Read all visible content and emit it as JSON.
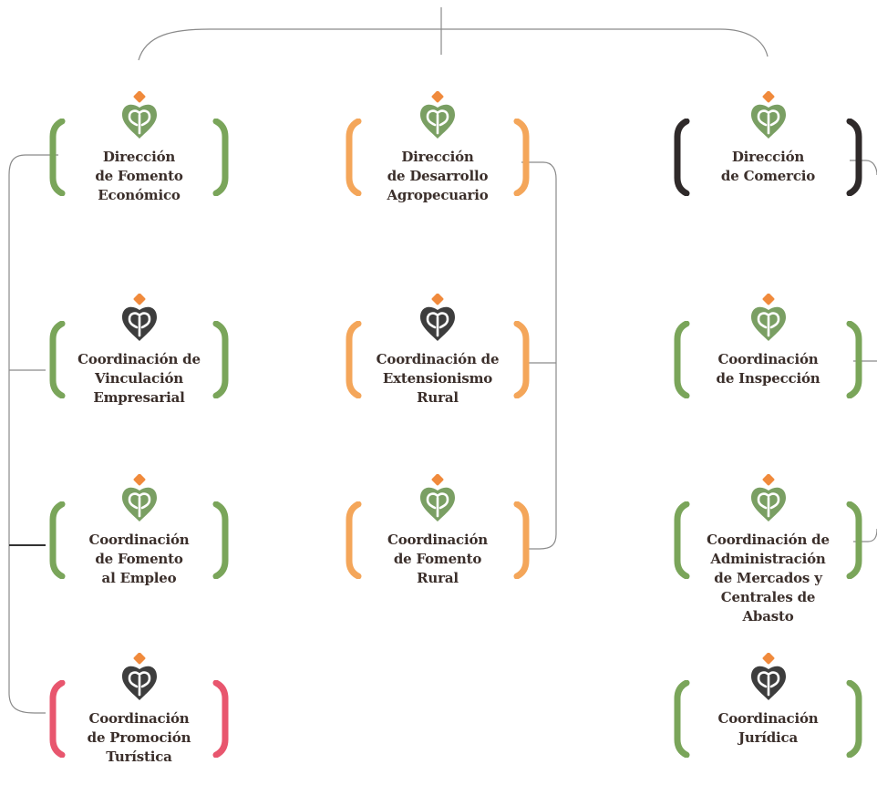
{
  "colors": {
    "green": "#7aa55a",
    "orange": "#f4a65a",
    "pink": "#e8566e",
    "dark": "#2f2a2a",
    "logo_green": "#7a9f63",
    "logo_dark": "#3d3d3d",
    "logo_dot": "#f08a3c",
    "line": "#8a8a8a",
    "text": "#3b2f2b"
  },
  "icon": "leaf-heart-logo-icon",
  "columns": [
    {
      "nodes": [
        {
          "id": "direccion-fomento-economico",
          "lines": [
            "Dirección",
            "de Fomento",
            "Económico"
          ],
          "bracket_color": "green",
          "logo_color": "logo_green"
        },
        {
          "id": "coord-vinculacion-empresarial",
          "lines": [
            "Coordinación de",
            "Vinculación",
            "Empresarial"
          ],
          "bracket_color": "green",
          "logo_color": "logo_dark"
        },
        {
          "id": "coord-fomento-empleo",
          "lines": [
            "Coordinación",
            "de Fomento",
            "al Empleo"
          ],
          "bracket_color": "green",
          "logo_color": "logo_green"
        },
        {
          "id": "coord-promocion-turistica",
          "lines": [
            "Coordinación",
            "de Promoción",
            "Turística"
          ],
          "bracket_color": "pink",
          "logo_color": "logo_dark"
        }
      ]
    },
    {
      "nodes": [
        {
          "id": "direccion-desarrollo-agropecuario",
          "lines": [
            "Dirección",
            "de Desarrollo",
            "Agropecuario"
          ],
          "bracket_color": "orange",
          "logo_color": "logo_green"
        },
        {
          "id": "coord-extensionismo-rural",
          "lines": [
            "Coordinación de",
            "Extensionismo",
            "Rural"
          ],
          "bracket_color": "orange",
          "logo_color": "logo_dark"
        },
        {
          "id": "coord-fomento-rural",
          "lines": [
            "Coordinación",
            "de Fomento",
            "Rural"
          ],
          "bracket_color": "orange",
          "logo_color": "logo_green"
        }
      ]
    },
    {
      "nodes": [
        {
          "id": "direccion-comercio",
          "lines": [
            "Dirección",
            "de Comercio"
          ],
          "bracket_color": "dark",
          "logo_color": "logo_green"
        },
        {
          "id": "coord-inspeccion",
          "lines": [
            "Coordinación",
            "de Inspección"
          ],
          "bracket_color": "green",
          "logo_color": "logo_green"
        },
        {
          "id": "coord-admin-mercados",
          "lines": [
            "Coordinación de",
            "Administración",
            "de Mercados y",
            "Centrales de",
            "Abasto"
          ],
          "bracket_color": "green",
          "logo_color": "logo_green"
        },
        {
          "id": "coord-juridica",
          "lines": [
            "Coordinación",
            "Jurídica"
          ],
          "bracket_color": "green",
          "logo_color": "logo_dark"
        }
      ]
    }
  ]
}
